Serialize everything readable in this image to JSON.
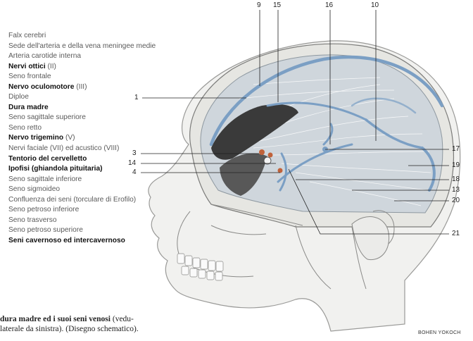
{
  "legend": [
    {
      "text": "Falx cerebri",
      "bold": false
    },
    {
      "text": "Sede dell'arteria e della vena meningee medie",
      "bold": false
    },
    {
      "text": "Arteria carotide interna",
      "bold": false
    },
    {
      "text": "Nervi ottici",
      "suffix": " (II)",
      "bold": true
    },
    {
      "text": "Seno frontale",
      "bold": false
    },
    {
      "text": "Nervo oculomotore",
      "suffix": " (III)",
      "bold": true
    },
    {
      "text": "Diploe",
      "bold": false
    },
    {
      "text": "Dura madre",
      "bold": true
    },
    {
      "text": "Seno sagittale superiore",
      "bold": false
    },
    {
      "text": "Seno retto",
      "bold": false
    },
    {
      "text": "Nervo trigemino",
      "suffix": " (V)",
      "bold": true
    },
    {
      "text": "Nervi faciale (VII) ed acustico (VIII)",
      "bold": false
    },
    {
      "text": "Tentorio del cervelletto",
      "bold": true
    },
    {
      "text": "Ipofisi (ghiandola pituitaria)",
      "bold": true
    },
    {
      "text": "Seno sagittale inferiore",
      "bold": false
    },
    {
      "text": "Seno sigmoideo",
      "bold": false
    },
    {
      "text": "Confluenza dei seni (torculare di Erofilo)",
      "bold": false
    },
    {
      "text": "Seno petroso inferiore",
      "bold": false
    },
    {
      "text": "Seno trasverso",
      "bold": false
    },
    {
      "text": "Seno petroso superiore",
      "bold": false
    },
    {
      "text": "Seni cavernoso ed intercavernoso",
      "bold": true
    }
  ],
  "labels": {
    "n9": "9",
    "n15": "15",
    "n16": "16",
    "n10": "10",
    "n1": "1",
    "n3": "3",
    "n14": "14",
    "n4": "4",
    "n17": "17",
    "n19": "19",
    "n18": "18",
    "n13": "13",
    "n20": "20",
    "n21": "21"
  },
  "caption": {
    "bold_part": "dura madre ed i suoi seni venosi",
    "line1_rest": " (vedu-",
    "line2": "laterale da sinistra). (Disegno schematico)."
  },
  "credit": "BOHEN YOKOCH",
  "colors": {
    "sinus": "#7b9fc4",
    "bone": "#e6e6e2",
    "dura": "#cfd6dc",
    "dark": "#3a3a3a",
    "artery": "#c0623a"
  }
}
